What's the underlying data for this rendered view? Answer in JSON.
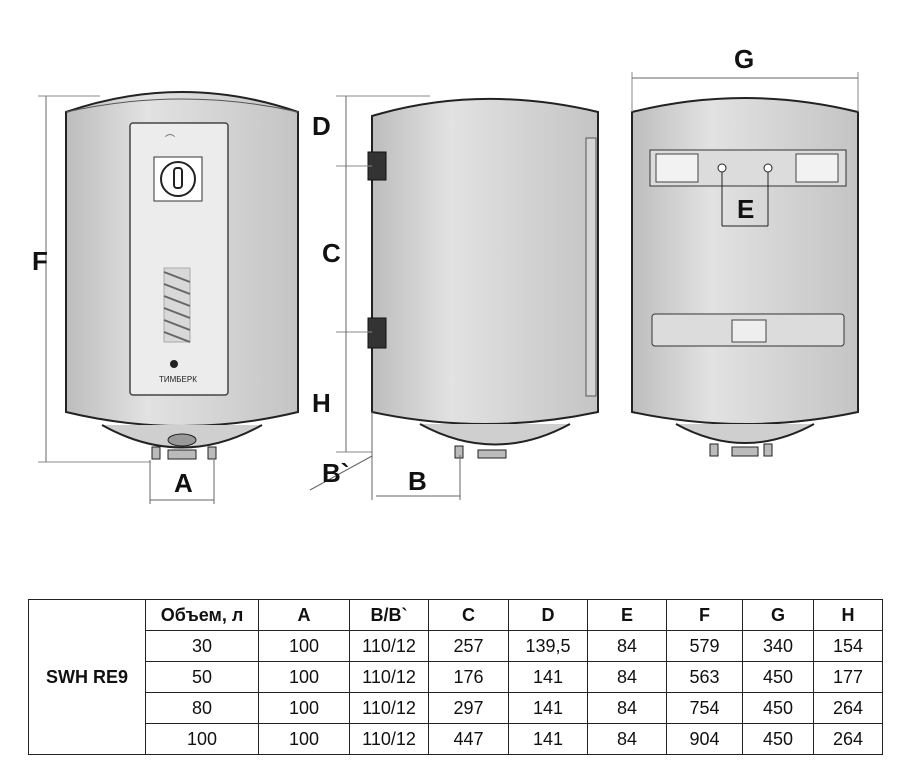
{
  "drawing": {
    "labels": {
      "A": "A",
      "B": "B",
      "B2": "B`",
      "C": "C",
      "D": "D",
      "E": "E",
      "F": "F",
      "G": "G",
      "H": "H"
    },
    "logo_text": "ТИМБЕРК"
  },
  "table": {
    "model": "SWH RE9",
    "headers": [
      "Объем, л",
      "A",
      "B/B`",
      "C",
      "D",
      "E",
      "F",
      "G",
      "H"
    ],
    "rows": [
      [
        "30",
        "100",
        "110/12",
        "257",
        "139,5",
        "84",
        "579",
        "340",
        "154"
      ],
      [
        "50",
        "100",
        "110/12",
        "176",
        "141",
        "84",
        "563",
        "450",
        "177"
      ],
      [
        "80",
        "100",
        "110/12",
        "297",
        "141",
        "84",
        "754",
        "450",
        "264"
      ],
      [
        "100",
        "100",
        "110/12",
        "447",
        "141",
        "84",
        "904",
        "450",
        "264"
      ]
    ]
  }
}
